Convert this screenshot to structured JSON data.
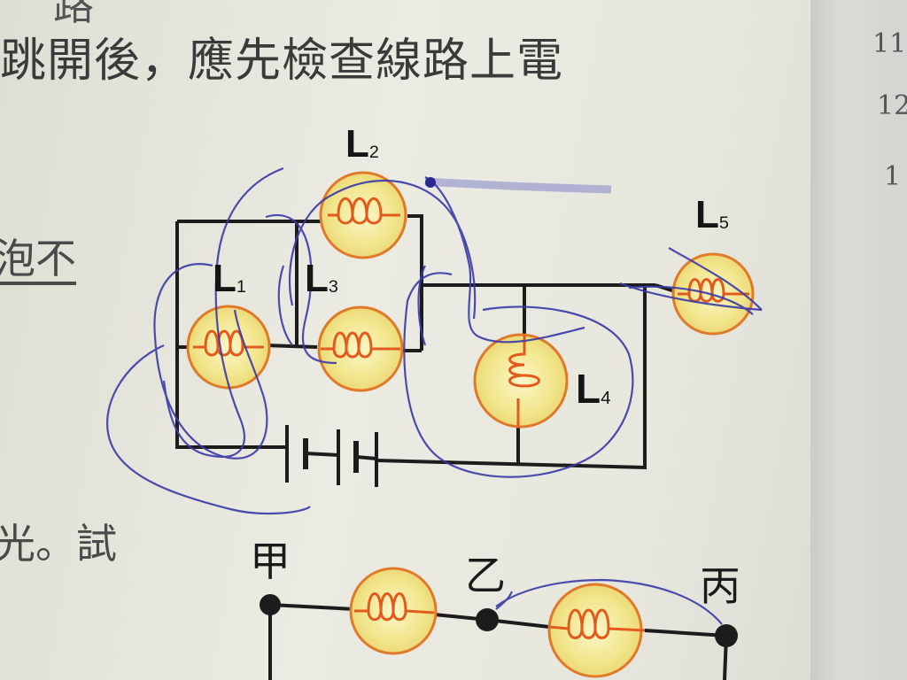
{
  "text": {
    "line1": "跳開後，應先檢查線路上電",
    "line1_partial": "路",
    "left_fragment_1": "泡不",
    "left_fragment_2": "光。試"
  },
  "margin_numbers": [
    "11",
    "12",
    "1"
  ],
  "bulb_labels": {
    "L1": "L",
    "L1_sub": "1",
    "L2": "L",
    "L2_sub": "2",
    "L3": "L",
    "L3_sub": "3",
    "L4": "L",
    "L4_sub": "4",
    "L5": "L",
    "L5_sub": "5"
  },
  "node_labels": {
    "jia": "甲",
    "yi": "乙",
    "bing": "丙"
  },
  "colors": {
    "bulb_fill": "#f4ea9a",
    "bulb_stroke": "#e07a2a",
    "filament": "#e35b1c",
    "wire": "#1c1c1c",
    "pen_ink": "#3a3aa8"
  }
}
